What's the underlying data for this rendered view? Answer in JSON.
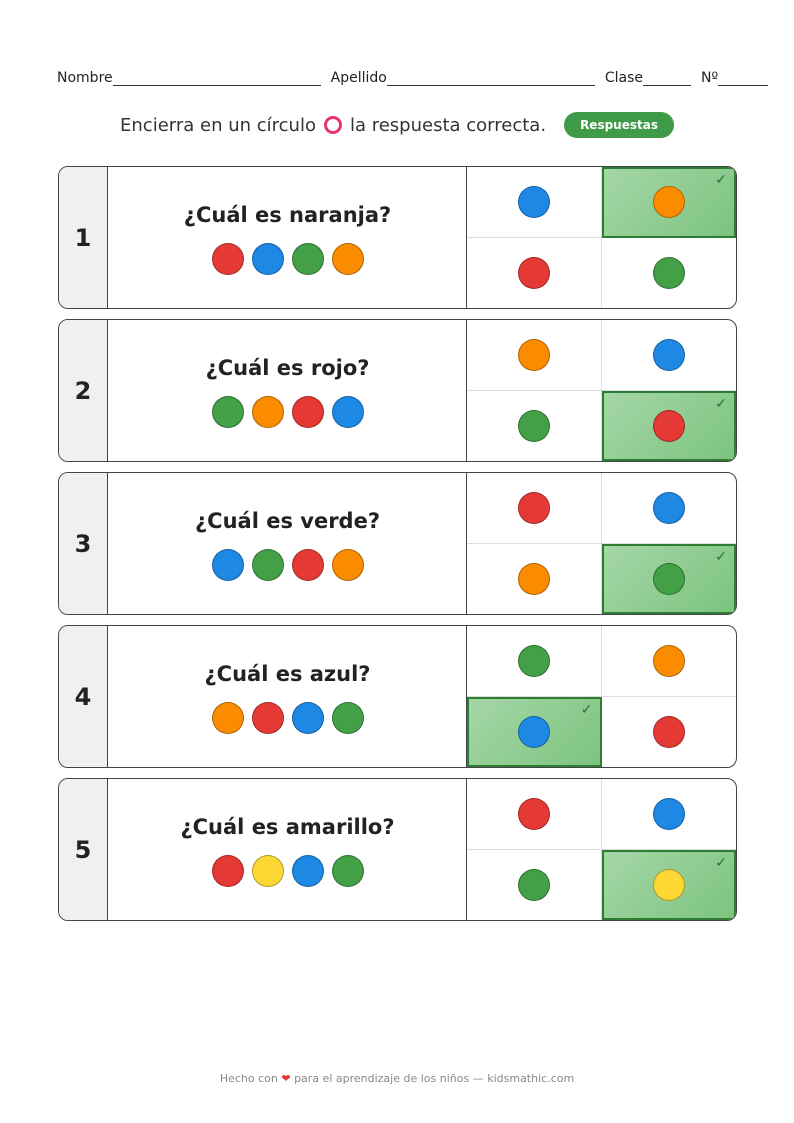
{
  "header": {
    "nombre": "Nombre",
    "apellido": "Apellido",
    "clase": "Clase",
    "numero": "Nº"
  },
  "instruction": {
    "before": "Encierra en un círculo",
    "after": "la respuesta correcta.",
    "answers_button": "Respuestas"
  },
  "colors": {
    "red": "#e53935",
    "blue": "#1e88e5",
    "green": "#43a047",
    "orange": "#fb8c00",
    "yellow": "#fdd835"
  },
  "questions": [
    {
      "number": "1",
      "text": "¿Cuál es naranja?",
      "sequence": [
        "red",
        "blue",
        "green",
        "orange"
      ],
      "options": [
        "blue",
        "orange",
        "red",
        "green"
      ],
      "correct": 1
    },
    {
      "number": "2",
      "text": "¿Cuál es rojo?",
      "sequence": [
        "green",
        "orange",
        "red",
        "blue"
      ],
      "options": [
        "orange",
        "blue",
        "green",
        "red"
      ],
      "correct": 3
    },
    {
      "number": "3",
      "text": "¿Cuál es verde?",
      "sequence": [
        "blue",
        "green",
        "red",
        "orange"
      ],
      "options": [
        "red",
        "blue",
        "orange",
        "green"
      ],
      "correct": 3
    },
    {
      "number": "4",
      "text": "¿Cuál es azul?",
      "sequence": [
        "orange",
        "red",
        "blue",
        "green"
      ],
      "options": [
        "green",
        "orange",
        "blue",
        "red"
      ],
      "correct": 2
    },
    {
      "number": "5",
      "text": "¿Cuál es amarillo?",
      "sequence": [
        "red",
        "yellow",
        "blue",
        "green"
      ],
      "options": [
        "red",
        "blue",
        "green",
        "yellow"
      ],
      "correct": 3
    }
  ],
  "footer": {
    "before": "Hecho con",
    "heart": "❤",
    "after": "para el aprendizaje de los niños — kidsmathic.com"
  }
}
